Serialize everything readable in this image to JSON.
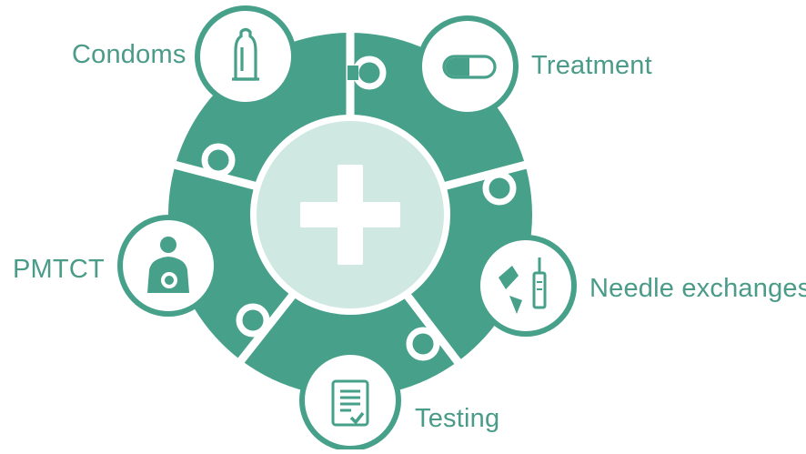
{
  "diagram": {
    "colors": {
      "ring": "#46a08a",
      "center_fill": "#cfe8e2",
      "text": "#4a9b88",
      "icon": "#46a08a",
      "white": "#ffffff"
    },
    "center_icon": "plus-icon",
    "items": [
      {
        "id": "condoms",
        "label": "Condoms",
        "icon": "condom-icon"
      },
      {
        "id": "treatment",
        "label": "Treatment",
        "icon": "pill-capsule-icon"
      },
      {
        "id": "needle",
        "label": "Needle exchanges",
        "icon": "needle-exchange-icon"
      },
      {
        "id": "testing",
        "label": "Testing",
        "icon": "checklist-document-icon"
      },
      {
        "id": "pmtct",
        "label": "PMTCT",
        "icon": "mother-baby-icon"
      }
    ]
  }
}
